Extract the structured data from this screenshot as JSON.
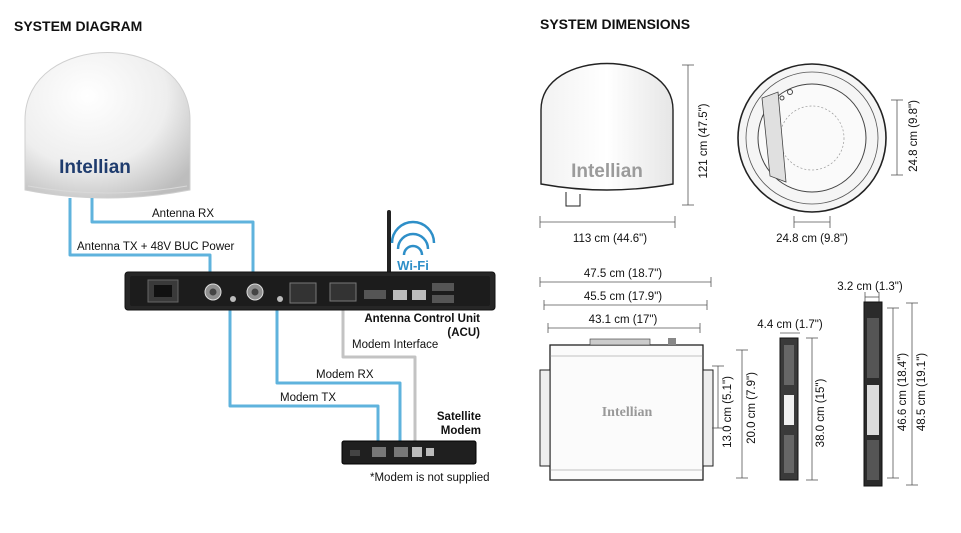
{
  "headers": {
    "system_diagram": "SYSTEM DIAGRAM",
    "system_dimensions": "SYSTEM DIMENSIONS"
  },
  "diagram": {
    "antenna_brand": "Intellian",
    "wifi_label": "Wi-Fi",
    "acu_label_line1": "Antenna Control Unit",
    "acu_label_line2": "(ACU)",
    "modem_label_line1": "Satellite",
    "modem_label_line2": "Modem",
    "modem_note": "*Modem is not supplied",
    "cables": {
      "antenna_rx": "Antenna RX",
      "antenna_tx": "Antenna TX + 48V BUC Power",
      "modem_interface": "Modem Interface",
      "modem_rx": "Modem RX",
      "modem_tx": "Modem TX"
    },
    "colors": {
      "rf_cable": "#5fb3dd",
      "data_cable": "#c3c3c3"
    }
  },
  "dimensions": {
    "radome_brand": "Intellian",
    "acu_brand": "Intellian",
    "radome_height": "121 cm (47.5\")",
    "radome_width": "113 cm (44.6\")",
    "base_width": "24.8 cm (9.8\")",
    "base_height": "24.8 cm (9.8\")",
    "acu_width_1": "47.5 cm (18.7\")",
    "acu_width_2": "45.5 cm (17.9\")",
    "acu_width_3": "43.1 cm (17\")",
    "acu_depth_1": "13.0 cm (5.1\")",
    "acu_depth_2": "20.0 cm (7.9\")",
    "side_width": "4.4 cm (1.7\")",
    "side_length": "38.0 cm (15\")",
    "front_width": "3.2 cm (1.3\")",
    "front_length_1": "46.6 cm (18.4\")",
    "front_length_2": "48.5 cm (19.1\")"
  }
}
